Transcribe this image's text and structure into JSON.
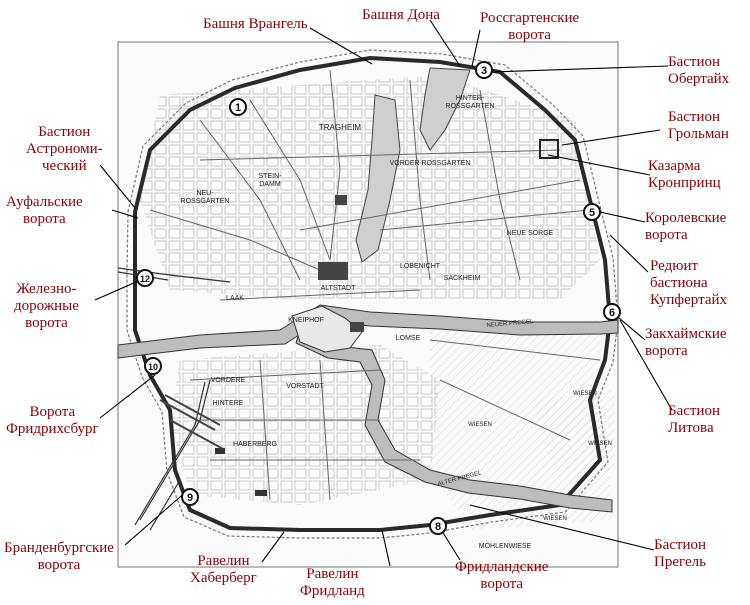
{
  "colors": {
    "label": "#8b0000",
    "leader": "#000000",
    "map_ink": "#2a2a2a",
    "water": "#bdbdbd"
  },
  "callouts": [
    {
      "id": "vrangel",
      "lines": [
        "Башня Врангель"
      ]
    },
    {
      "id": "dona",
      "lines": [
        "Башня Дона"
      ]
    },
    {
      "id": "rossgarten",
      "lines": [
        "Россгартенские",
        "ворота"
      ]
    },
    {
      "id": "obertaih",
      "lines": [
        "Бастион",
        "Обертайх"
      ]
    },
    {
      "id": "grolman",
      "lines": [
        "Бастион",
        "Грольман"
      ]
    },
    {
      "id": "kronprinz",
      "lines": [
        "Казарма",
        "Кронпринц"
      ]
    },
    {
      "id": "korolevskie",
      "lines": [
        "Королевские",
        "ворота"
      ]
    },
    {
      "id": "kupfertaih",
      "lines": [
        "Редюит",
        "бастиона",
        "Купфертайх"
      ]
    },
    {
      "id": "zakhaim",
      "lines": [
        "Закхаймские",
        "ворота"
      ]
    },
    {
      "id": "litova",
      "lines": [
        "Бастион",
        "Литова"
      ]
    },
    {
      "id": "pregel",
      "lines": [
        "Бастион",
        "Прегель"
      ]
    },
    {
      "id": "fridland_gate",
      "lines": [
        "Фридландские",
        "ворота"
      ]
    },
    {
      "id": "fridland_ravelin",
      "lines": [
        "Равелин",
        "Фридланд"
      ]
    },
    {
      "id": "haberberg",
      "lines": [
        "Равелин",
        "Хаберберг"
      ]
    },
    {
      "id": "brandenburg",
      "lines": [
        "Бранденбургские",
        "ворота"
      ]
    },
    {
      "id": "friedrichsburg",
      "lines": [
        "Ворота",
        "Фридрихсбург"
      ]
    },
    {
      "id": "railway",
      "lines": [
        "Железно-",
        "дорожные",
        "ворота"
      ]
    },
    {
      "id": "ausfal",
      "lines": [
        "Ауфальские",
        "ворота"
      ]
    },
    {
      "id": "astronom",
      "lines": [
        "Бастион",
        "Астрономи-",
        "ческий"
      ]
    }
  ],
  "markers": [
    {
      "id": "m1",
      "label": "1"
    },
    {
      "id": "m3",
      "label": "3"
    },
    {
      "id": "m5",
      "label": "5"
    },
    {
      "id": "m6",
      "label": "6"
    },
    {
      "id": "m8",
      "label": "8"
    },
    {
      "id": "m9",
      "label": "9"
    },
    {
      "id": "m10",
      "label": "10"
    },
    {
      "id": "m12",
      "label": "12"
    }
  ],
  "map_labels": {
    "tragheim": "TRAGHEIM",
    "hinter_rossgarten": "HINTER-\nROSSGARTEN",
    "stein_damm": "STEIN-\nDAMM",
    "neu_rossgarten": "NEU-\nROSSGARTEN",
    "vorder_rossgarten": "VORDER ROSSGARTEN",
    "neue_sorge": "NEUE SORGE",
    "loebenicht": "LÖBENICHT",
    "sackheim": "SACKHEIM",
    "altstadt": "ALTSTADT",
    "kneiphof": "KNEIPHOF",
    "laak": "LAAK",
    "lomse": "LOMSE",
    "vordere": "VORDERE",
    "hintere": "HINTERE",
    "vorstadt": "VORSTADT",
    "haberberg": "HABERBERG",
    "neuer_pregel": "NEUER PREGEL",
    "alter_pregel": "ALTER PREGEL",
    "wiesen1": "WIESEN",
    "wiesen2": "WIESEN",
    "wiesen3": "WIESEN",
    "mohlenwiese": "MÖHLENWIESE",
    "wiesen4": "WIESEN"
  }
}
